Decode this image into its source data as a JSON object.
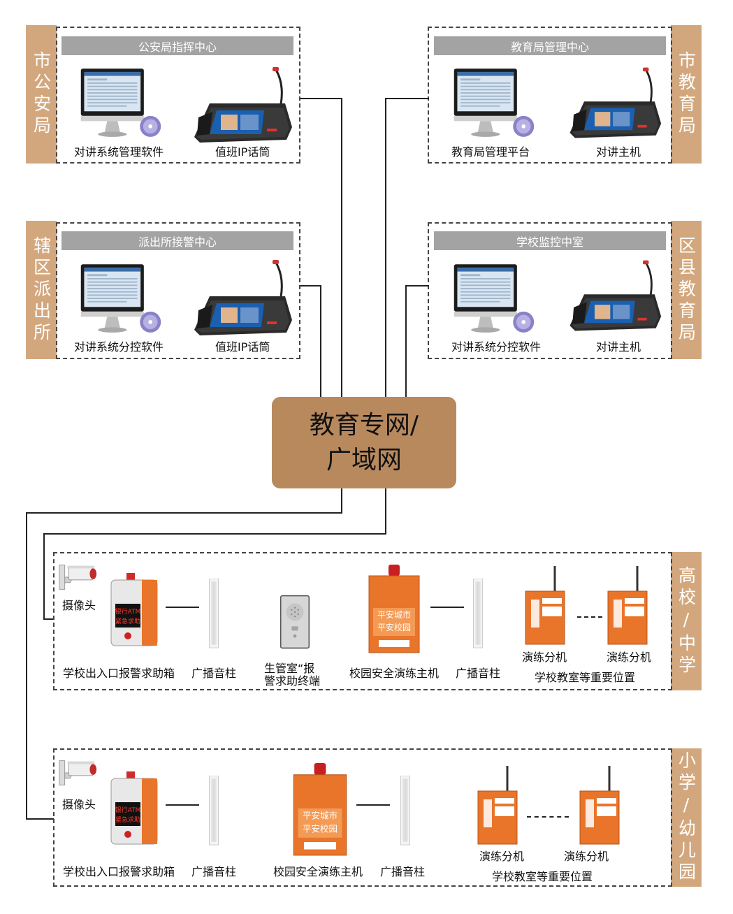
{
  "hub": {
    "line1": "教育专网/",
    "line2": "广域网"
  },
  "side_tabs": {
    "city_police": "市公安局",
    "district_police": "辖区派出所",
    "city_edu": "市教育局",
    "district_edu": "区县教育局",
    "college": "高校/中学",
    "primary": "小学/幼儿园"
  },
  "boxes": {
    "police_center": {
      "header": "公安局指挥中心",
      "item1": "对讲系统管理软件",
      "item2": "值班IP话筒"
    },
    "station_center": {
      "header": "派出所接警中心",
      "item1": "对讲系统分控软件",
      "item2": "值班IP话筒"
    },
    "edu_center": {
      "header": "教育局管理中心",
      "item1": "教育局管理平台",
      "item2": "对讲主机"
    },
    "school_monitor": {
      "header": "学校监控中室",
      "item1": "对讲系统分控软件",
      "item2": "对讲主机"
    }
  },
  "college": {
    "camera": "摄像头",
    "alarm_box": "学校出入口报警求助箱",
    "speaker1": "广播音柱",
    "terminal_line1": "生管室“报",
    "terminal_line2": "警求助终端",
    "drill_host": "校园安全演练主机",
    "speaker2": "广播音柱",
    "drill_ext1": "演练分机",
    "drill_ext2": "演练分机",
    "location": "学校教室等重要位置"
  },
  "primary": {
    "camera": "摄像头",
    "alarm_box": "学校出入口报警求助箱",
    "speaker1": "广播音柱",
    "drill_host": "校园安全演练主机",
    "speaker2": "广播音柱",
    "drill_ext1": "演练分机",
    "drill_ext2": "演练分机",
    "location": "学校教室等重要位置"
  },
  "device_text": {
    "alarm_led_1": "银行ATM",
    "alarm_led_2": "紧急求助",
    "host_sign_1": "平安城市",
    "host_sign_2": "平安校园",
    "ext_title": "演练分机"
  },
  "colors": {
    "tab": "#d3a77d",
    "hub": "#b9895e",
    "header": "#a3a3a3",
    "device_orange": "#e8752a"
  }
}
